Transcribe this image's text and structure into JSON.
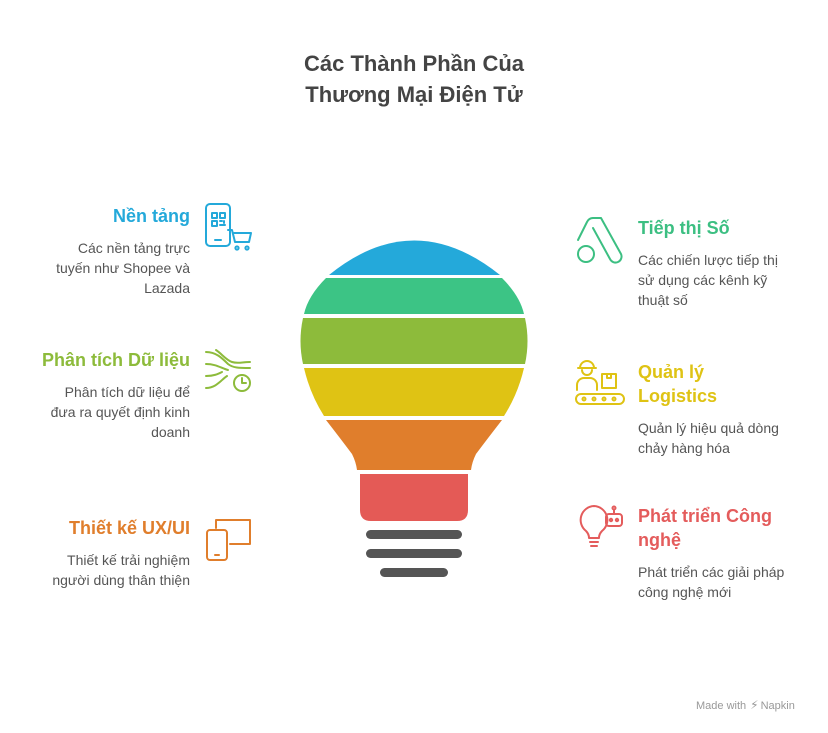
{
  "title": {
    "line1": "Các Thành Phần Của",
    "line2": "Thương Mại Điện Tử"
  },
  "components": [
    {
      "key": "platform",
      "heading": "Nền tảng",
      "description": "Các nền tảng trực tuyến như Shopee và Lazada",
      "color": "#24a9da",
      "icon": "mobile-shopping-icon"
    },
    {
      "key": "data",
      "heading": "Phân tích Dữ liệu",
      "description": "Phân tích dữ liệu để đưa ra quyết định kinh doanh",
      "color": "#8dbb3b",
      "icon": "data-flow-clock-icon"
    },
    {
      "key": "uxui",
      "heading": "Thiết kế UX/UI",
      "description": "Thiết kế trải nghiệm người dùng thân thiện",
      "color": "#e07e2c",
      "icon": "devices-icon"
    },
    {
      "key": "marketing",
      "heading": "Tiếp thị Số",
      "description": "Các chiến lược tiếp thị sử dụng các kênh kỹ thuật số",
      "color": "#3cbf82",
      "icon": "ads-logo-icon"
    },
    {
      "key": "logistics",
      "heading": "Quản lý Logistics",
      "description": "Quản lý hiệu quả dòng chảy hàng hóa",
      "color": "#dfc314",
      "icon": "worker-conveyor-icon"
    },
    {
      "key": "tech",
      "heading": "Phát triển Công nghệ",
      "description": "Phát triển các giải pháp công nghệ mới",
      "color": "#e45c5c",
      "icon": "robot-idea-icon"
    }
  ],
  "bulb": {
    "segment_colors": [
      "#24a9da",
      "#3cc485",
      "#8dbb3b",
      "#dfc314",
      "#e07e2c",
      "#e45a56"
    ],
    "base_color": "#555555"
  },
  "footer": {
    "made_with": "Made with",
    "brand": "Napkin"
  }
}
